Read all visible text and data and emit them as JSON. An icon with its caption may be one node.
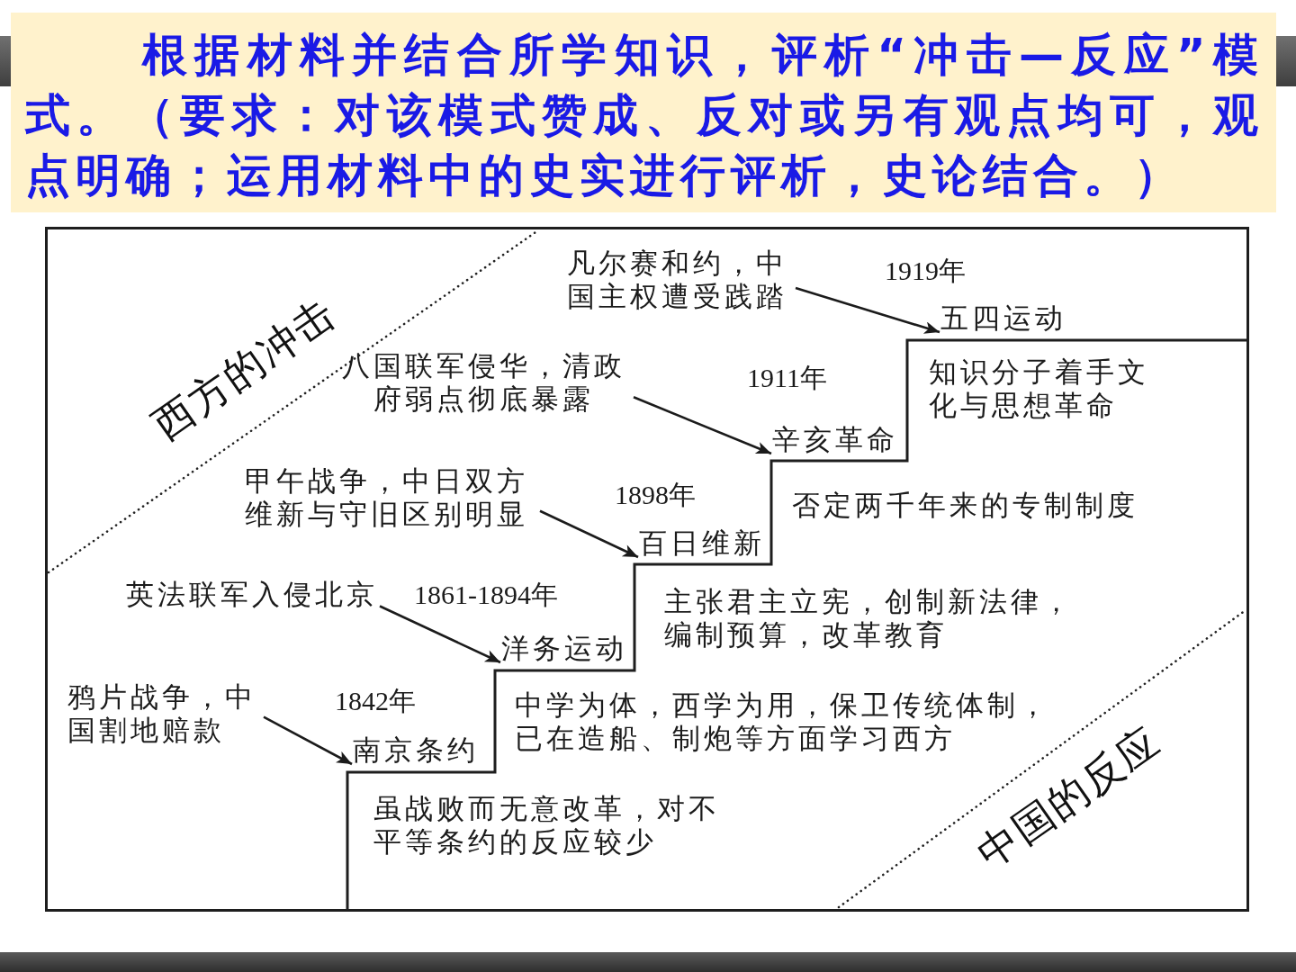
{
  "diagram": {
    "title": "根据材料并结合所学知识，评析“冲击—反应”模式。（要求：对该模式赞成、反对或另有观点均可，观点明确；运用材料中的史实进行评析，史论结合。）",
    "nodes": [
      {
        "text": [
          "凡尔赛和约，中国主权遭受践踏"
        ]
      },
      {
        "text": [
          "五四运动"
        ],
        "beside": [
          "1919年"
        ]
      },
      {
        "text": [
          "八国联军侵华，清政府弱点彻底暴露"
        ]
      },
      {
        "text": [
          "辛亥革命"
        ],
        "beside": [
          "1911年"
        ]
      },
      {
        "text": [
          "甲午战争，中日双方维新与守旧区别明显"
        ]
      },
      {
        "text": [
          "百日维新"
        ],
        "beside": [
          "1898年"
        ]
      },
      {
        "text": [
          "英法联军入侵北京"
        ]
      },
      {
        "text": [
          "洋务运动"
        ],
        "beside": [
          "1861-1894年"
        ]
      },
      {
        "text": [
          "鸦片战争，中国割地赔款"
        ]
      },
      {
        "text": [
          "南京条约"
        ],
        "beside": [
          "1842年"
        ]
      }
    ],
    "edges": [
      {
        "from": 0,
        "to": 1,
        "arrow": "to"
      },
      {
        "from": 2,
        "to": 3,
        "arrow": "to"
      },
      {
        "from": 4,
        "to": 5,
        "arrow": "to"
      },
      {
        "from": 6,
        "to": 7,
        "arrow": "to"
      },
      {
        "from": 8,
        "to": 9,
        "arrow": "to"
      }
    ],
    "labels": [
      "西方的冲击",
      "知识分子着手文化与思想革命",
      "否定两千年来的专制制度",
      "主张君主立宪，创制新法律，编制预算，改革教育",
      "中学为体，西学为用，保卫传统体制，已在造船、制炮等方面学习西方",
      "虽战败而无意改革，对不平等条约的反应较少",
      "中国的反应"
    ]
  }
}
